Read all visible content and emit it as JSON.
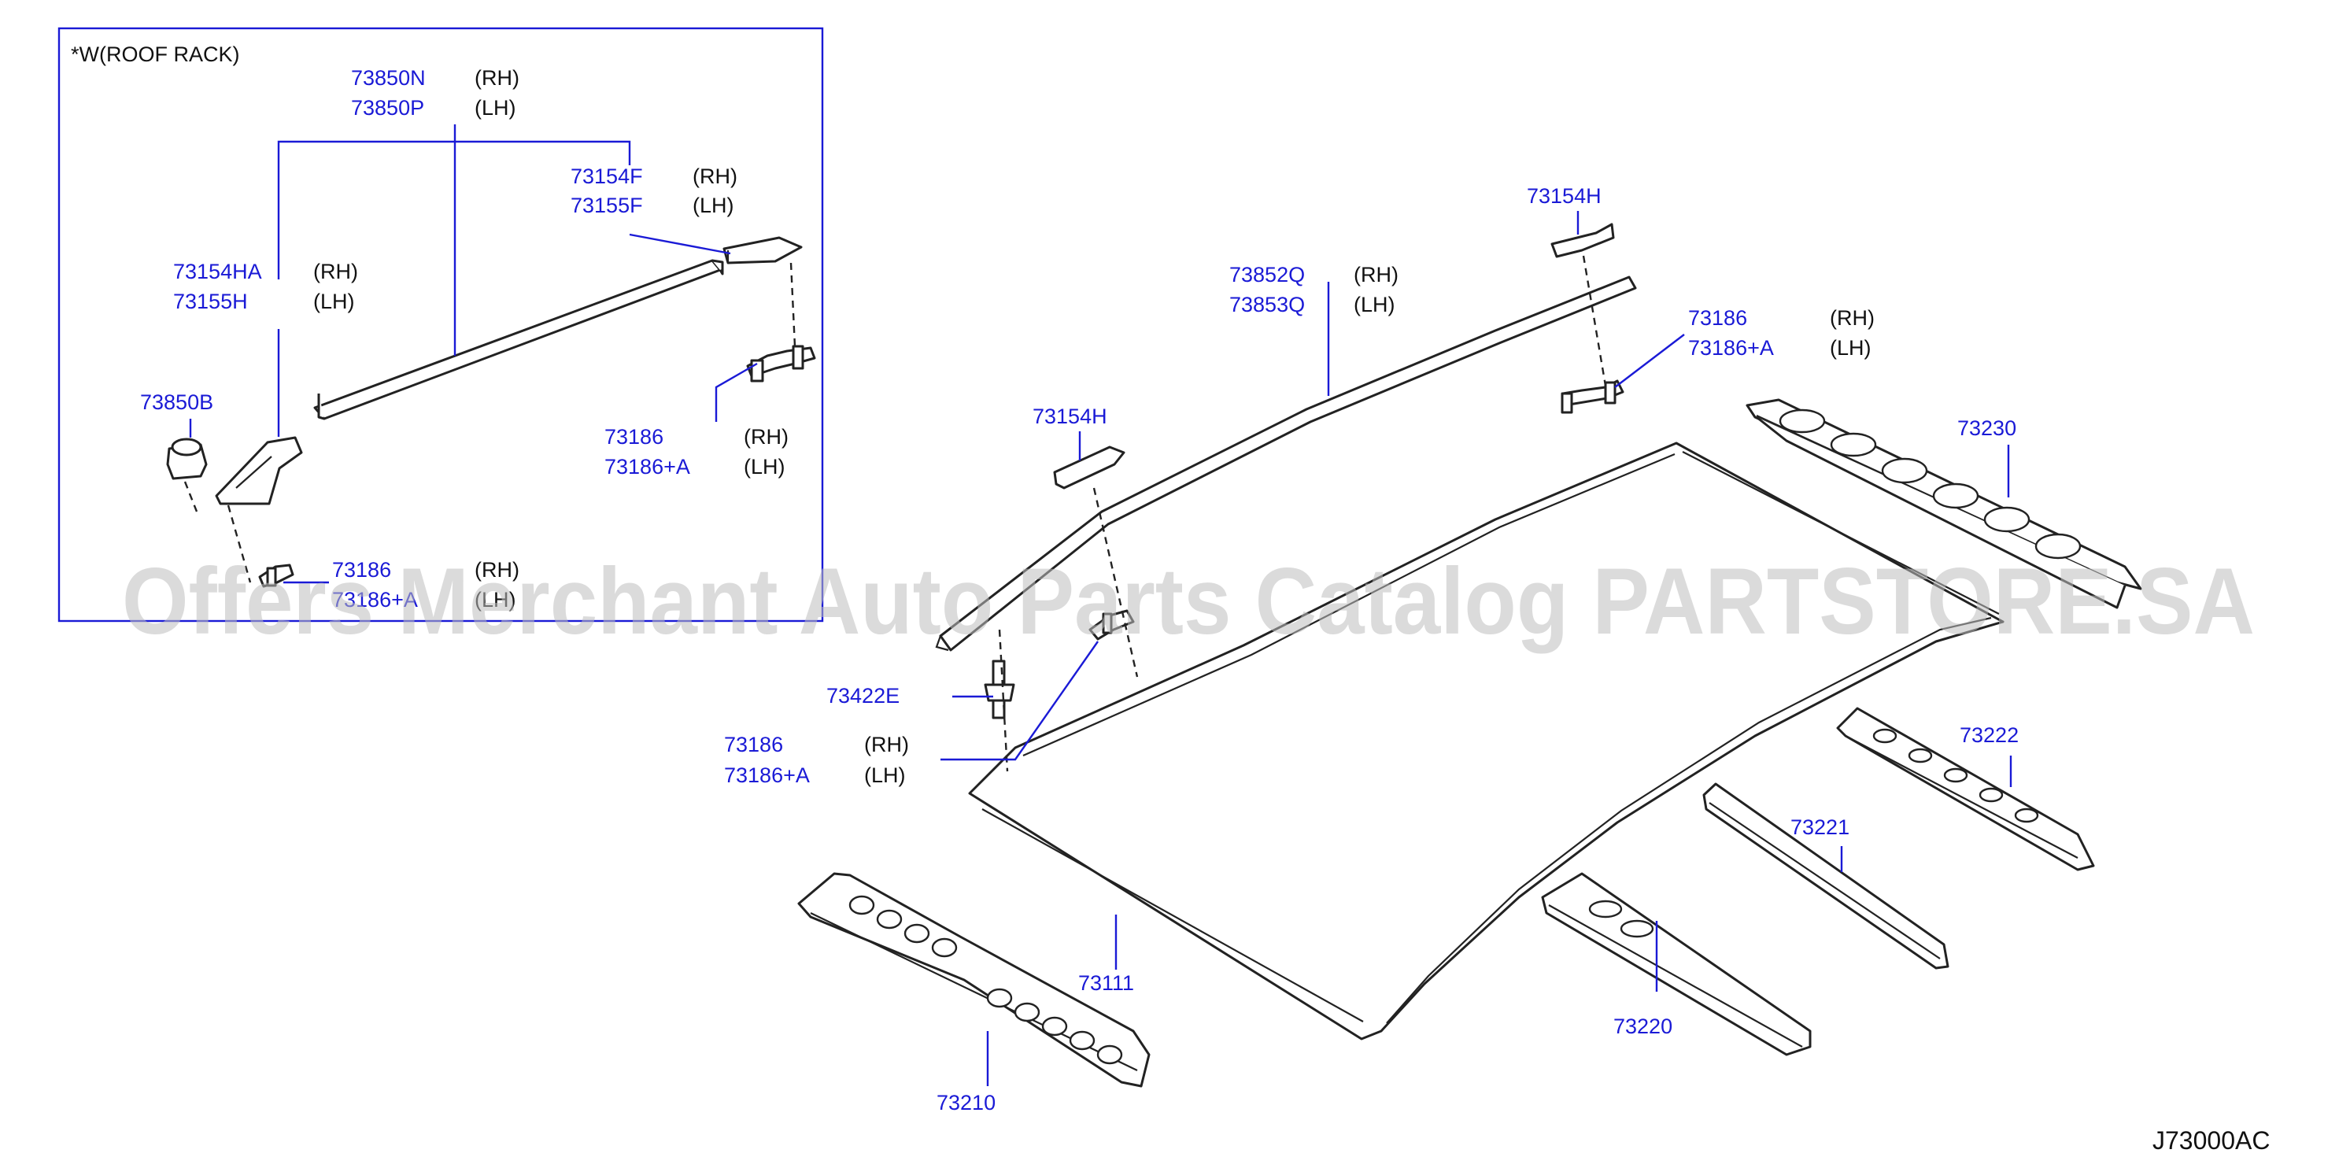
{
  "diagram": {
    "code": "J73000AC",
    "watermark": "Offers Merchant Auto Parts Catalog PARTSTORE.SA",
    "inset": {
      "title": "*W(ROOF   RACK)"
    },
    "callouts": [
      {
        "id": "inset-rail",
        "number": "73850N",
        "qualifier": "(RH)",
        "number2": "73850P",
        "qualifier2": "(LH)"
      },
      {
        "id": "inset-cover-f",
        "number": "73154F",
        "qualifier": "(RH)",
        "number2": "73155F",
        "qualifier2": "(LH)"
      },
      {
        "id": "inset-cover-ha",
        "number": "73154HA",
        "qualifier": "(RH)",
        "number2": "73155H",
        "qualifier2": "(LH)"
      },
      {
        "id": "inset-nut",
        "number": "73850B"
      },
      {
        "id": "inset-clip-a",
        "number": "73186",
        "qualifier": "(RH)",
        "number2": "73186+A",
        "qualifier2": "(LH)"
      },
      {
        "id": "inset-clip-b",
        "number": "73186",
        "qualifier": "(RH)",
        "number2": "73186+A",
        "qualifier2": "(LH)"
      },
      {
        "id": "molding",
        "number": "73852Q",
        "qualifier": "(RH)",
        "number2": "73853Q",
        "qualifier2": "(LH)"
      },
      {
        "id": "cover-rear",
        "number": "73154H"
      },
      {
        "id": "cover-front",
        "number": "73154H"
      },
      {
        "id": "clip-rear",
        "number": "73186",
        "qualifier": "(RH)",
        "number2": "73186+A",
        "qualifier2": "(LH)"
      },
      {
        "id": "clip-front",
        "number": "73186",
        "qualifier": "(RH)",
        "number2": "73186+A",
        "qualifier2": "(LH)"
      },
      {
        "id": "stud",
        "number": "73422E"
      },
      {
        "id": "rear-bow",
        "number": "73230"
      },
      {
        "id": "bow-3",
        "number": "73222"
      },
      {
        "id": "bow-2",
        "number": "73221"
      },
      {
        "id": "bow-1",
        "number": "73220"
      },
      {
        "id": "roof-panel",
        "number": "73111"
      },
      {
        "id": "front-rail",
        "number": "73210"
      }
    ]
  }
}
